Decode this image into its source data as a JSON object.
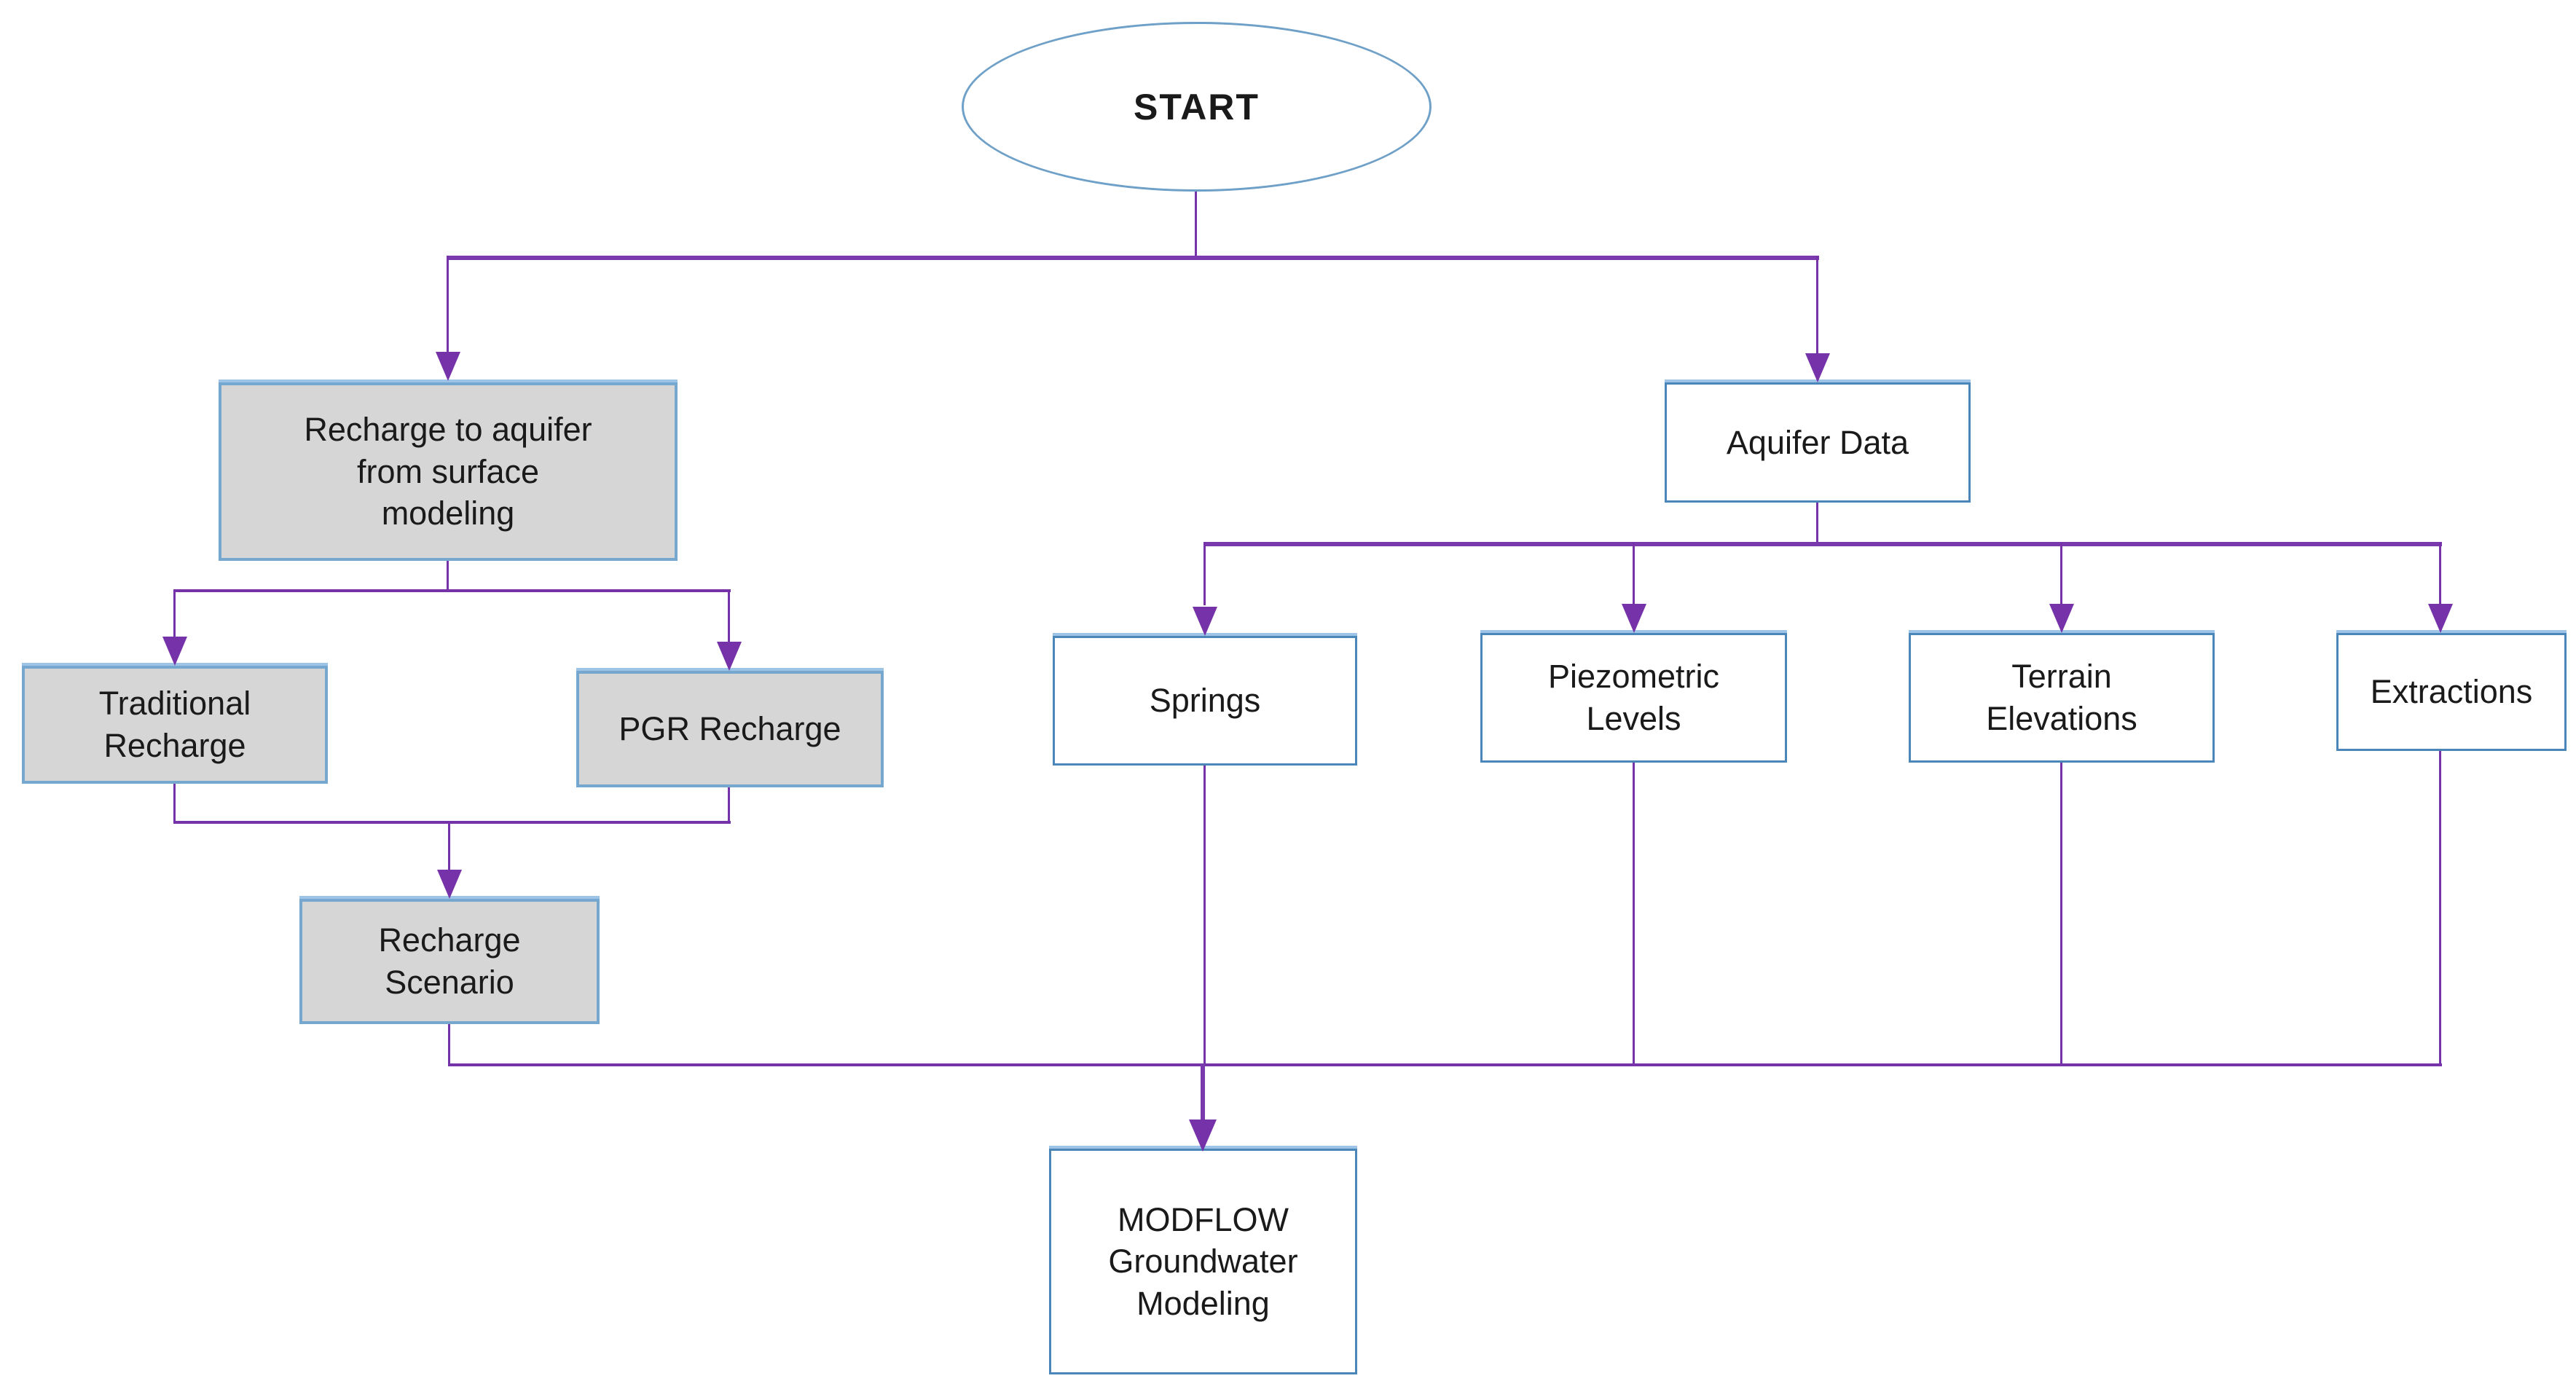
{
  "diagram": {
    "type": "flowchart",
    "nodes": {
      "start": {
        "label": "START",
        "shape": "ellipse",
        "fill": "#FFFFFF"
      },
      "recharge_surface": {
        "label": "Recharge to aquifer\nfrom surface\nmodeling",
        "shape": "rect",
        "fill": "#D6D6D6"
      },
      "aquifer_data": {
        "label": "Aquifer Data",
        "shape": "rect",
        "fill": "#FFFFFF"
      },
      "traditional_recharge": {
        "label": "Traditional\nRecharge",
        "shape": "rect",
        "fill": "#D6D6D6"
      },
      "pgr_recharge": {
        "label": "PGR Recharge",
        "shape": "rect",
        "fill": "#D6D6D6"
      },
      "recharge_scenario": {
        "label": "Recharge\nScenario",
        "shape": "rect",
        "fill": "#D6D6D6"
      },
      "springs": {
        "label": "Springs",
        "shape": "rect",
        "fill": "#FFFFFF"
      },
      "piezometric_levels": {
        "label": "Piezometric\nLevels",
        "shape": "rect",
        "fill": "#FFFFFF"
      },
      "terrain_elevations": {
        "label": "Terrain\nElevations",
        "shape": "rect",
        "fill": "#FFFFFF"
      },
      "extractions": {
        "label": "Extractions",
        "shape": "rect",
        "fill": "#FFFFFF"
      },
      "modflow": {
        "label": "MODFLOW\nGroundwater\nModeling",
        "shape": "rect",
        "fill": "#FFFFFF"
      }
    },
    "edges": [
      {
        "from": "start",
        "to": "recharge_surface"
      },
      {
        "from": "start",
        "to": "aquifer_data"
      },
      {
        "from": "recharge_surface",
        "to": "traditional_recharge"
      },
      {
        "from": "recharge_surface",
        "to": "pgr_recharge"
      },
      {
        "from": "traditional_recharge",
        "to": "recharge_scenario"
      },
      {
        "from": "pgr_recharge",
        "to": "recharge_scenario"
      },
      {
        "from": "aquifer_data",
        "to": "springs"
      },
      {
        "from": "aquifer_data",
        "to": "piezometric_levels"
      },
      {
        "from": "aquifer_data",
        "to": "terrain_elevations"
      },
      {
        "from": "aquifer_data",
        "to": "extractions"
      },
      {
        "from": "recharge_scenario",
        "to": "modflow"
      },
      {
        "from": "springs",
        "to": "modflow"
      },
      {
        "from": "piezometric_levels",
        "to": "modflow"
      },
      {
        "from": "terrain_elevations",
        "to": "modflow"
      },
      {
        "from": "extractions",
        "to": "modflow"
      }
    ],
    "colors": {
      "connector": "#7632A8",
      "ellipse_border": "#6FA0C8",
      "white_box_border": "#4A86B8",
      "gray_box_border": "#75A7CF",
      "gray_fill": "#D6D6D6",
      "top_highlight": "#9DC3E6",
      "text": "#1A1A1A",
      "background": "#FFFFFF"
    }
  }
}
